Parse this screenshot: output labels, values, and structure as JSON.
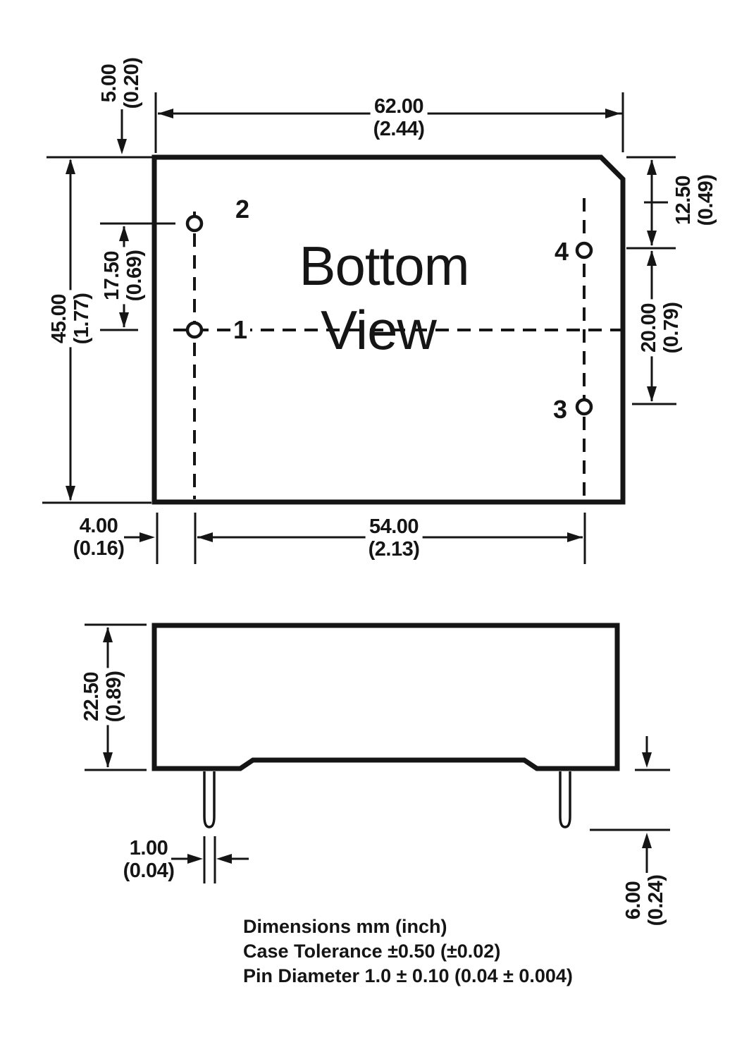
{
  "bottom_view": {
    "title": {
      "line1": "Bottom",
      "line2": "View"
    },
    "pin_labels": {
      "pin1": "1",
      "pin2": "2",
      "pin3": "3",
      "pin4": "4"
    },
    "dimensions": {
      "case_width": {
        "mm": "62.00",
        "inch": "(2.44)"
      },
      "top_left_offset": {
        "mm": "5.00",
        "inch": "(0.20)"
      },
      "case_height": {
        "mm": "45.00",
        "inch": "(1.77)"
      },
      "pin2_to_centerline": {
        "mm": "17.50",
        "inch": "(0.69)"
      },
      "top_edge_to_pin4": {
        "mm": "12.50",
        "inch": "(0.49)"
      },
      "pin4_to_pin3": {
        "mm": "20.00",
        "inch": "(0.79)"
      },
      "left_edge_to_pins": {
        "mm": "4.00",
        "inch": "(0.16)"
      },
      "pin_column_span": {
        "mm": "54.00",
        "inch": "(2.13)"
      }
    }
  },
  "side_view": {
    "dimensions": {
      "case_height": {
        "mm": "22.50",
        "inch": "(0.89)"
      },
      "pin_diameter": {
        "mm": "1.00",
        "inch": "(0.04)"
      },
      "pin_length": {
        "mm": "6.00",
        "inch": "(0.24)"
      }
    }
  },
  "notes": [
    "Dimensions mm (inch)",
    "Case Tolerance ±0.50 (±0.02)",
    "Pin Diameter 1.0 ± 0.10 (0.04 ± 0.004)"
  ]
}
